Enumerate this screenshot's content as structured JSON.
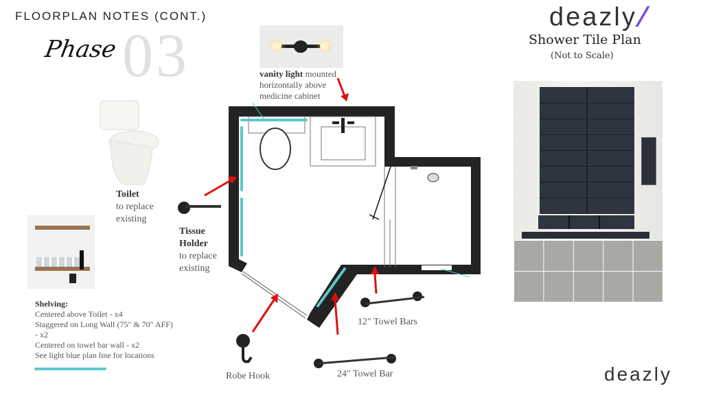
{
  "header": {
    "title": "FLOORPLAN NOTES (CONT.)",
    "phase_script": "Phase",
    "phase_number": "03"
  },
  "brand": {
    "logo_top": "deazly",
    "logo_bottom": "deazly",
    "accent": "#7b4fd6"
  },
  "tile_plan": {
    "title": "Shower Tile Plan",
    "subtitle": "(Not to Scale)"
  },
  "labels": {
    "vanity_bold": "vanity light",
    "vanity_rest": " mounted horizontally above medicine cabinet",
    "toilet_bold": "Toilet",
    "toilet_rest": "to replace existing",
    "tissue_bold": "Tissue Holder",
    "tissue_rest": "to replace existing",
    "robe_hook": "Robe Hook",
    "towel_24": "24\" Towel Bar",
    "towel_12": "12\" Towel Bars"
  },
  "shelving": {
    "heading": "Shelving:",
    "lines": [
      "Centered above Toilet - x4",
      "Staggered on Long Wall (75\" & 70\" AFF)",
      "- x2",
      "Centered on towel bar wall - x2",
      "See light blue plan line for locations"
    ]
  },
  "colors": {
    "wall": "#222222",
    "shelf_line": "#5cc8cc",
    "arrow": "#e01010"
  }
}
